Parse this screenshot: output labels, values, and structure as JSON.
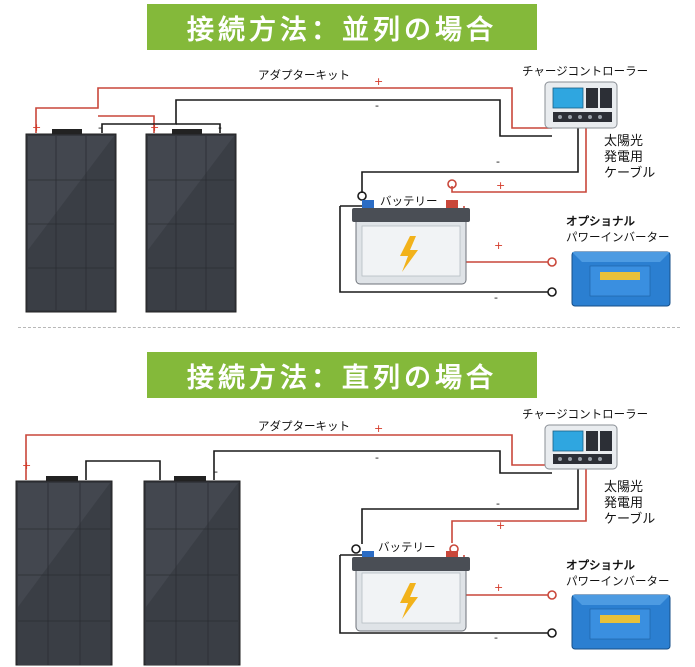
{
  "sections": [
    {
      "title": "接続方法：並列の場合",
      "adapter_label": "アダプターキット",
      "controller_label": "チャージコントローラー",
      "cable_label": [
        "太陽光",
        "発電用",
        "ケーブル"
      ],
      "battery_label": "バッテリー",
      "inverter_label": [
        "オプショナル",
        "パワーインバーター"
      ],
      "plus": "+",
      "minus": "-"
    },
    {
      "title": "接続方法：直列の場合",
      "adapter_label": "アダプターキット",
      "controller_label": "チャージコントローラー",
      "cable_label": [
        "太陽光",
        "発電用",
        "ケーブル"
      ],
      "battery_label": "バッテリー",
      "inverter_label": [
        "オプショナル",
        "パワーインバーター"
      ],
      "plus": "+",
      "minus": "-"
    }
  ],
  "colors": {
    "banner": "#84b93a",
    "positive_wire": "#c9473a",
    "negative_wire": "#1a1a1a",
    "panel": "#34373d",
    "inverter": "#2b7fd1"
  }
}
